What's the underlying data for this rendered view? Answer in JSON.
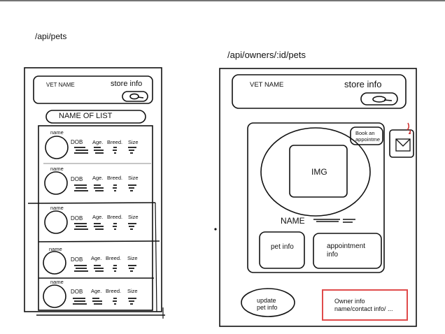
{
  "left": {
    "route": "/api/pets",
    "header": {
      "vet_name": "VET NAME",
      "store_info": "store info"
    },
    "list_title": "NAME OF LIST",
    "rows": [
      {
        "name": "name",
        "dob": "DOB",
        "age": "Age.",
        "breed": "Breed.",
        "size": "Size"
      },
      {
        "name": "name",
        "dob": "DOB",
        "age": "Age.",
        "breed": "Breed.",
        "size": "Size"
      },
      {
        "name": "name",
        "dob": "DOB",
        "age": "Age.",
        "breed": "Breed.",
        "size": "Size"
      },
      {
        "name": "name",
        "dob": "DOB",
        "age": "Age.",
        "breed": "Breed.",
        "size": "Size"
      },
      {
        "name": "name",
        "dob": "DOB",
        "age": "Age.",
        "breed": "Breed.",
        "size": "Size"
      }
    ]
  },
  "right": {
    "route": "/api/owners/:id/pets",
    "header": {
      "vet_name": "VET NAME",
      "store_info": "store info"
    },
    "book_button": [
      "Book an",
      "appointme"
    ],
    "img_label": "IMG",
    "name_label": "NAME",
    "pet_info": "pet info",
    "appointment_info": [
      "appointment",
      "info"
    ],
    "update_button": [
      "update",
      "pet info"
    ],
    "owner_info": [
      "Owner info",
      "name/contact info/ ..."
    ],
    "colors": {
      "owner_border": "#e04b4b",
      "mail_mark": "#cc2222"
    }
  }
}
